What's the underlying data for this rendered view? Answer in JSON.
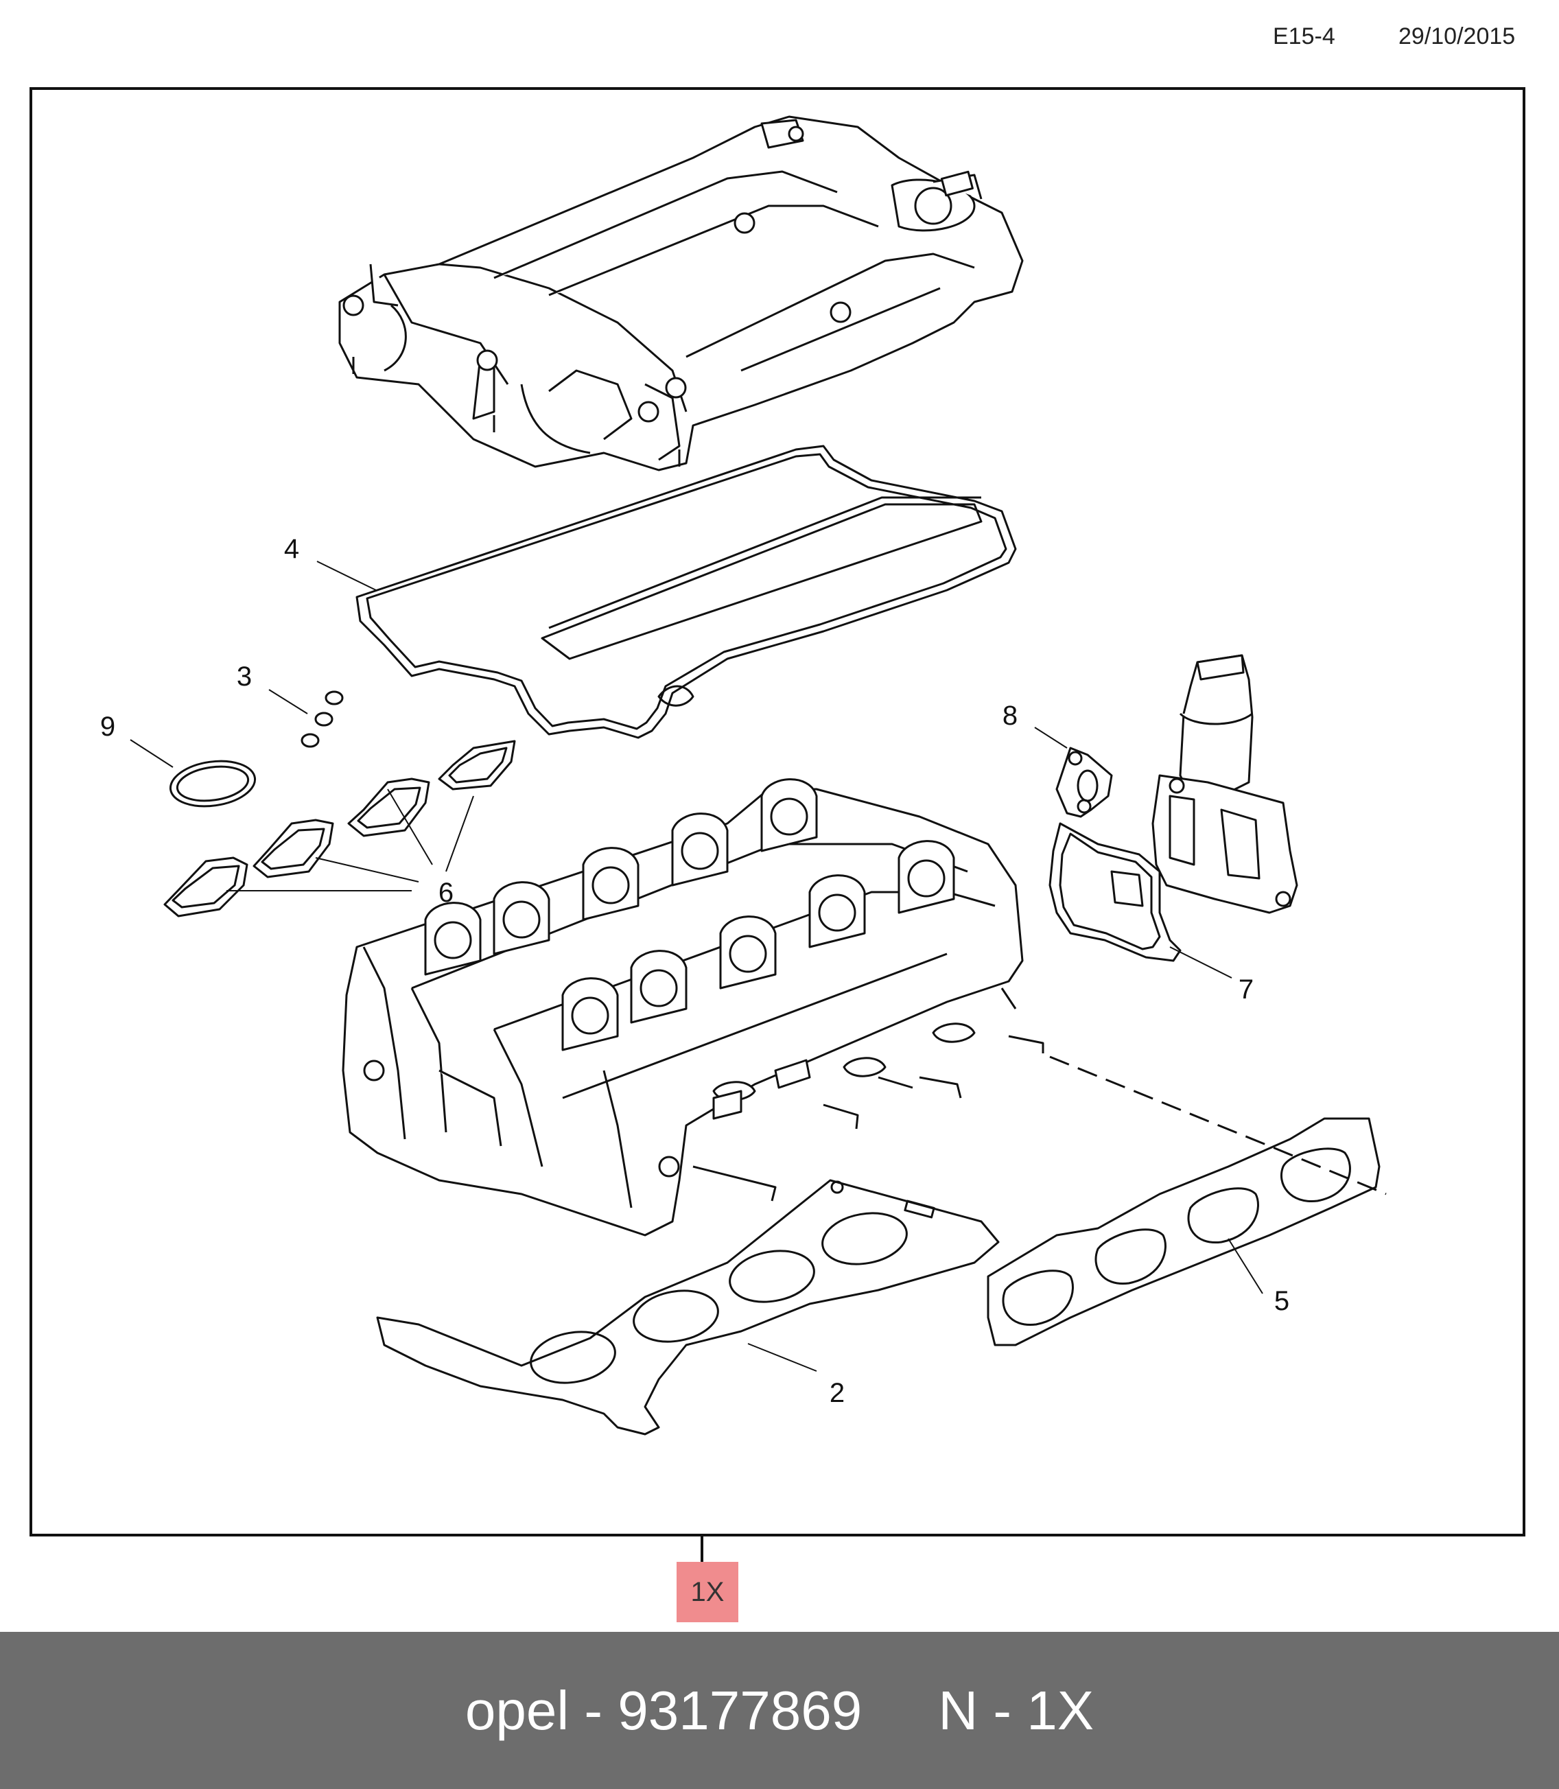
{
  "header": {
    "code": "E15-4",
    "date": "29/10/2015"
  },
  "callouts": [
    {
      "id": "c2",
      "label": "2"
    },
    {
      "id": "c3",
      "label": "3"
    },
    {
      "id": "c4",
      "label": "4"
    },
    {
      "id": "c5",
      "label": "5"
    },
    {
      "id": "c6",
      "label": "6"
    },
    {
      "id": "c7",
      "label": "7"
    },
    {
      "id": "c8",
      "label": "8"
    },
    {
      "id": "c9",
      "label": "9"
    }
  ],
  "tag": {
    "label": "1X"
  },
  "footer": {
    "text": "opel - 93177869     N - 1X"
  }
}
